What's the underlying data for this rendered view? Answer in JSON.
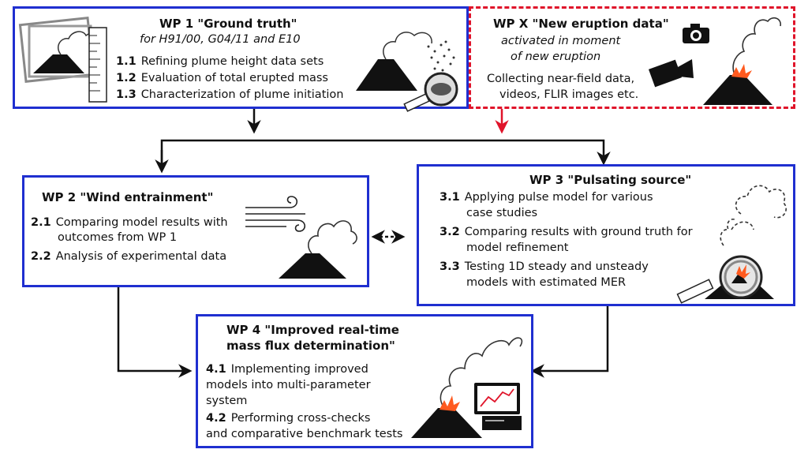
{
  "wp1": {
    "title": "WP 1 \"Ground truth\"",
    "subtitle": "for H91/00, G04/11 and E10",
    "items": [
      {
        "num": "1.1",
        "text": "Refining plume height data sets"
      },
      {
        "num": "1.2",
        "text": "Evaluation of total erupted mass"
      },
      {
        "num": "1.3",
        "text": "Characterization of plume initiation"
      }
    ]
  },
  "wpx": {
    "title": "WP X \"New eruption data\"",
    "subtitle_lines": [
      "activated in moment",
      "of new eruption"
    ],
    "body_lines": [
      "Collecting near-field data,",
      "videos, FLIR images etc."
    ]
  },
  "wp2": {
    "title": "WP 2 \"Wind entrainment\"",
    "items": [
      {
        "num": "2.1",
        "lines": [
          "Comparing model results with",
          "outcomes from WP 1"
        ]
      },
      {
        "num": "2.2",
        "lines": [
          "Analysis of experimental data"
        ]
      }
    ]
  },
  "wp3": {
    "title": "WP 3 \"Pulsating source\"",
    "items": [
      {
        "num": "3.1",
        "lines": [
          "Applying pulse model for various",
          "case studies"
        ]
      },
      {
        "num": "3.2",
        "lines": [
          "Comparing results with ground truth for",
          "model refinement"
        ]
      },
      {
        "num": "3.3",
        "lines": [
          "Testing 1D steady and unsteady",
          "models with estimated MER"
        ]
      }
    ]
  },
  "wp4": {
    "title_lines": [
      "WP 4 \"Improved real-time",
      "mass flux determination\""
    ],
    "items": [
      {
        "num": "4.1",
        "lines": [
          "Implementing improved",
          "models into multi-parameter",
          "system"
        ]
      },
      {
        "num": "4.2",
        "lines": [
          "Performing cross-checks",
          "and comparative benchmark tests"
        ]
      }
    ]
  },
  "colors": {
    "box_border": "#1f2fd0",
    "dashed_border": "#e0142a",
    "arrow": "#111111",
    "lava": "#ff5a1f"
  }
}
